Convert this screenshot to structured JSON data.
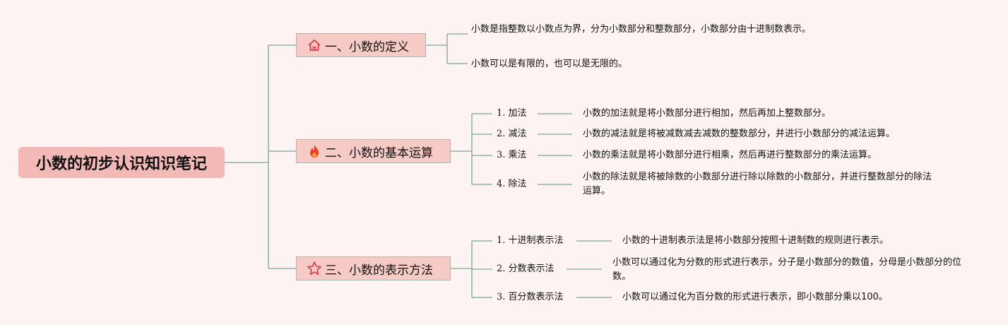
{
  "root": {
    "title": "小数的初步认识知识笔记"
  },
  "branches": [
    {
      "label": "一、小数的定义",
      "icon": "home-icon",
      "leaves": [
        {
          "text": "小数是指整数以小数点为界，分为小数部分和整数部分，小数部分由十进制数表示。"
        },
        {
          "text": "小数可以是有限的，也可以是无限的。"
        }
      ]
    },
    {
      "label": "二、小数的基本运算",
      "icon": "fire-icon",
      "items": [
        {
          "label": "1. 加法",
          "detail": "小数的加法就是将小数部分进行相加，然后再加上整数部分。"
        },
        {
          "label": "2. 减法",
          "detail": "小数的减法就是将被减数减去减数的整数部分，并进行小数部分的减法运算。"
        },
        {
          "label": "3. 乘法",
          "detail": "小数的乘法就是将小数部分进行相乘，然后再进行整数部分的乘法运算。"
        },
        {
          "label": "4. 除法",
          "detail": "小数的除法就是将被除数的小数部分进行除以除数的小数部分，并进行整数部分的除法运算。"
        }
      ]
    },
    {
      "label": "三、小数的表示方法",
      "icon": "star-icon",
      "items": [
        {
          "label": "1. 十进制表示法",
          "detail": "小数的十进制表示法是将小数部分按照十进制数的规则进行表示。"
        },
        {
          "label": "2. 分数表示法",
          "detail": "小数可以通过化为分数的形式进行表示，分子是小数部分的数值，分母是小数部分的位数。"
        },
        {
          "label": "3. 百分数表示法",
          "detail": "小数可以通过化为百分数的形式进行表示，即小数部分乘以100。"
        }
      ]
    }
  ],
  "colors": {
    "line": "#7aa597",
    "root_bg": "#f3b9b6",
    "branch_bg": "#f6cbc6",
    "background": "#fdf3f3"
  }
}
